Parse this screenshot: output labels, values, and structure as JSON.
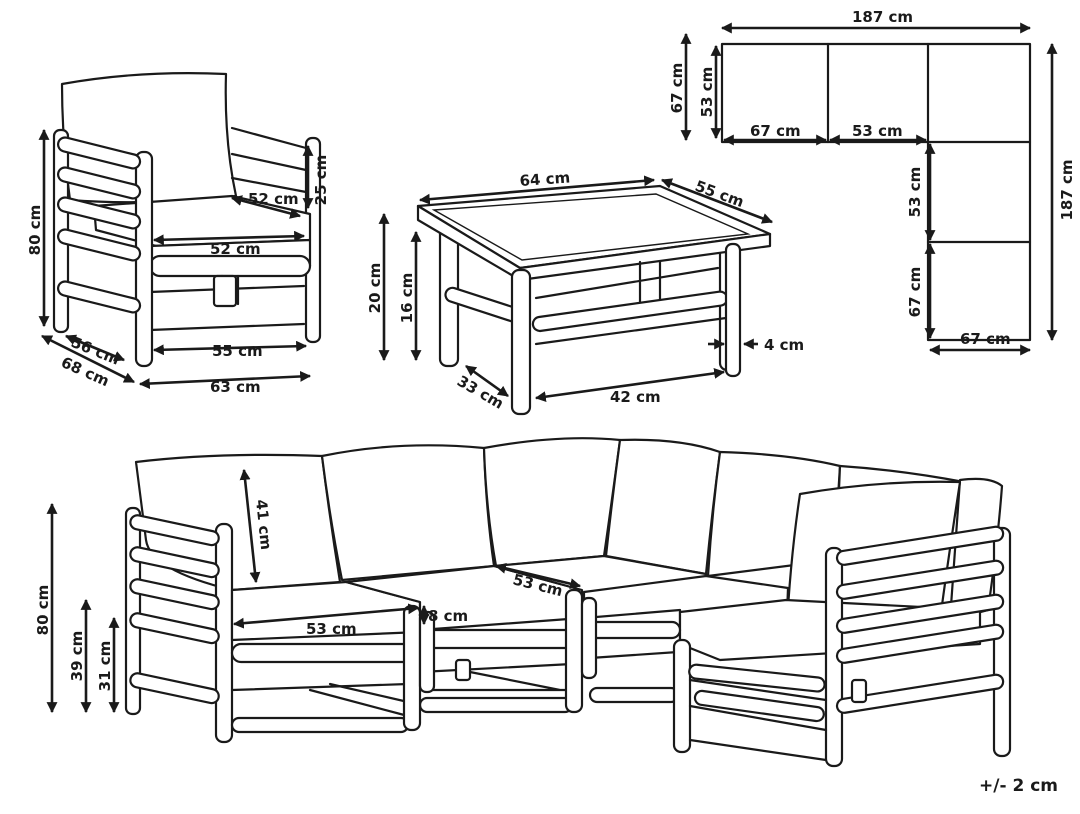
{
  "chair": {
    "height": "80 cm",
    "seat_depth": "52 cm",
    "seat_width": "52 cm",
    "arm_height": "25 cm",
    "inner_depth": "56 cm",
    "outer_depth": "68 cm",
    "inner_width": "55 cm",
    "outer_width": "63 cm"
  },
  "table": {
    "length": "64 cm",
    "width": "55 cm",
    "height": "20 cm",
    "inner_height": "16 cm",
    "leg": "4 cm",
    "inner_depth": "33 cm",
    "inner_length": "42 cm"
  },
  "layout": {
    "total_width": "187 cm",
    "total_length": "187 cm",
    "top_depth": "67 cm",
    "top_inner_depth": "53 cm",
    "corner_width": "67 cm",
    "middle_width": "53 cm",
    "side_middle": "53 cm",
    "side_corner": "67 cm",
    "bottom_width": "67 cm"
  },
  "sofa": {
    "back_height": "41 cm",
    "seat_depth": "53 cm",
    "seat_width": "53 cm",
    "cushion": "8 cm",
    "total_height": "80 cm",
    "seat_height": "39 cm",
    "frame_height": "31 cm"
  },
  "tolerance": "+/- 2 cm"
}
